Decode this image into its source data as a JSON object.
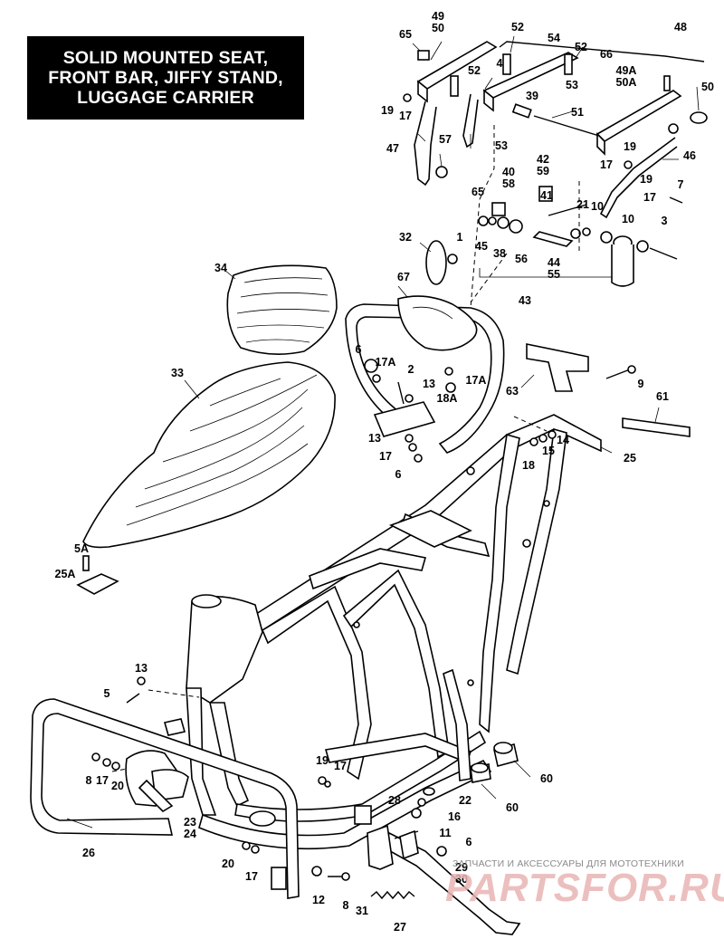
{
  "title_lines": [
    "SOLID MOUNTED SEAT,",
    "FRONT BAR, JIFFY STAND,",
    "LUGGAGE CARRIER"
  ],
  "watermark": {
    "caption": "ЗАПЧАСТИ И АКСЕССУАРЫ ДЛЯ МОТОТЕХНИКИ",
    "logo": "PARTSFOR.RU"
  },
  "callouts": [
    {
      "id": "c-49-50",
      "text": "49\n50"
    },
    {
      "id": "c-52a",
      "text": "52"
    },
    {
      "id": "c-65a",
      "text": "65"
    },
    {
      "id": "c-4",
      "text": "4"
    },
    {
      "id": "c-52b",
      "text": "52"
    },
    {
      "id": "c-54",
      "text": "54"
    },
    {
      "id": "c-52c",
      "text": "52"
    },
    {
      "id": "c-66",
      "text": "66"
    },
    {
      "id": "c-48",
      "text": "48"
    },
    {
      "id": "c-49a-50a",
      "text": "49A\n50A"
    },
    {
      "id": "c-50",
      "text": "50"
    },
    {
      "id": "c-53a",
      "text": "53"
    },
    {
      "id": "c-39",
      "text": "39"
    },
    {
      "id": "c-19a",
      "text": "19"
    },
    {
      "id": "c-17a",
      "text": "17"
    },
    {
      "id": "c-51",
      "text": "51"
    },
    {
      "id": "c-47",
      "text": "47"
    },
    {
      "id": "c-57",
      "text": "57"
    },
    {
      "id": "c-53b",
      "text": "53"
    },
    {
      "id": "c-19b",
      "text": "19"
    },
    {
      "id": "c-17b",
      "text": "17"
    },
    {
      "id": "c-46",
      "text": "46"
    },
    {
      "id": "c-42-59",
      "text": "42\n59"
    },
    {
      "id": "c-40-58",
      "text": "40\n58"
    },
    {
      "id": "c-19c",
      "text": "19"
    },
    {
      "id": "c-17c",
      "text": "17"
    },
    {
      "id": "c-7",
      "text": "7"
    },
    {
      "id": "c-65b",
      "text": "65"
    },
    {
      "id": "c-41",
      "text": "41"
    },
    {
      "id": "c-21",
      "text": "21"
    },
    {
      "id": "c-10a",
      "text": "10"
    },
    {
      "id": "c-10b",
      "text": "10"
    },
    {
      "id": "c-3",
      "text": "3"
    },
    {
      "id": "c-32",
      "text": "32"
    },
    {
      "id": "c-1",
      "text": "1"
    },
    {
      "id": "c-45",
      "text": "45"
    },
    {
      "id": "c-38",
      "text": "38"
    },
    {
      "id": "c-56",
      "text": "56"
    },
    {
      "id": "c-44-55",
      "text": "44\n55"
    },
    {
      "id": "c-34",
      "text": "34"
    },
    {
      "id": "c-67",
      "text": "67"
    },
    {
      "id": "c-43",
      "text": "43"
    },
    {
      "id": "c-6a",
      "text": "6"
    },
    {
      "id": "c-17a-1",
      "text": "17A"
    },
    {
      "id": "c-2",
      "text": "2"
    },
    {
      "id": "c-17a-2",
      "text": "17A"
    },
    {
      "id": "c-33",
      "text": "33"
    },
    {
      "id": "c-13a",
      "text": "13"
    },
    {
      "id": "c-18a",
      "text": "18A"
    },
    {
      "id": "c-63",
      "text": "63"
    },
    {
      "id": "c-9",
      "text": "9"
    },
    {
      "id": "c-61",
      "text": "61"
    },
    {
      "id": "c-13b",
      "text": "13"
    },
    {
      "id": "c-17d",
      "text": "17"
    },
    {
      "id": "c-6b",
      "text": "6"
    },
    {
      "id": "c-14",
      "text": "14"
    },
    {
      "id": "c-15",
      "text": "15"
    },
    {
      "id": "c-18",
      "text": "18"
    },
    {
      "id": "c-25",
      "text": "25"
    },
    {
      "id": "c-5a",
      "text": "5A"
    },
    {
      "id": "c-25a",
      "text": "25A"
    },
    {
      "id": "c-13c",
      "text": "13"
    },
    {
      "id": "c-5",
      "text": "5"
    },
    {
      "id": "c-8a",
      "text": "8"
    },
    {
      "id": "c-17e",
      "text": "17"
    },
    {
      "id": "c-20a",
      "text": "20"
    },
    {
      "id": "c-19d",
      "text": "19"
    },
    {
      "id": "c-17f",
      "text": "17"
    },
    {
      "id": "c-60a",
      "text": "60"
    },
    {
      "id": "c-60b",
      "text": "60"
    },
    {
      "id": "c-22",
      "text": "22"
    },
    {
      "id": "c-28",
      "text": "28"
    },
    {
      "id": "c-16",
      "text": "16"
    },
    {
      "id": "c-11",
      "text": "11"
    },
    {
      "id": "c-6c",
      "text": "6"
    },
    {
      "id": "c-23-24",
      "text": "23\n24"
    },
    {
      "id": "c-26",
      "text": "26"
    },
    {
      "id": "c-20b",
      "text": "20"
    },
    {
      "id": "c-17g",
      "text": "17"
    },
    {
      "id": "c-12",
      "text": "12"
    },
    {
      "id": "c-8b",
      "text": "8"
    },
    {
      "id": "c-29-30",
      "text": "29\n30"
    },
    {
      "id": "c-31",
      "text": "31"
    },
    {
      "id": "c-27",
      "text": "27"
    }
  ]
}
